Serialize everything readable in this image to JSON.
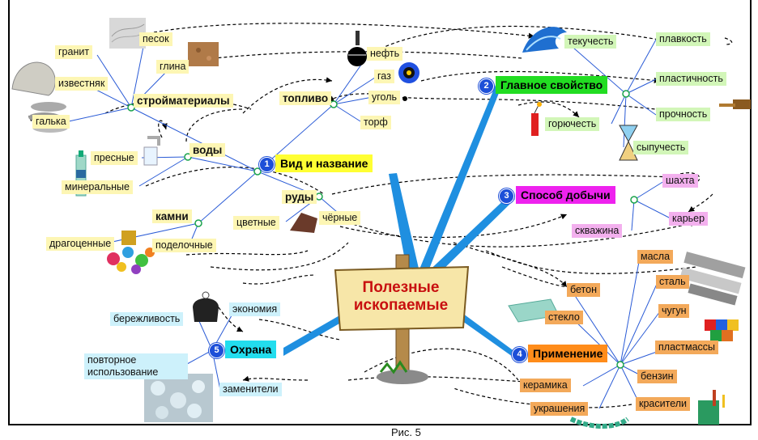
{
  "central": {
    "line1": "Полезные",
    "line2": "ископаемые"
  },
  "caption": "Рис. 5",
  "colors": {
    "spoke": "#1f8fe0",
    "line": "#2a5bd6",
    "sign_text": "#c81010",
    "badge": "#1d4fd8"
  },
  "branches": {
    "vid": {
      "number": "1",
      "label": "Вид и название",
      "color": "#ffff33"
    },
    "svoystvo": {
      "number": "2",
      "label": "Главное свойство",
      "color": "#22dd22"
    },
    "dobycha": {
      "number": "3",
      "label": "Способ добычи",
      "color": "#ee22ee"
    },
    "primenenie": {
      "number": "4",
      "label": "Применение",
      "color": "#ff8c1a"
    },
    "okhrana": {
      "number": "5",
      "label": "Охрана",
      "color": "#22ddee"
    }
  },
  "vid": {
    "stroy": {
      "label": "стройматериалы",
      "items": [
        "гранит",
        "песок",
        "глина",
        "известняк",
        "галька"
      ]
    },
    "toplivo": {
      "label": "топливо",
      "items": [
        "нефть",
        "газ",
        "уголь",
        "торф"
      ]
    },
    "vody": {
      "label": "воды",
      "items": [
        "пресные",
        "минеральные"
      ]
    },
    "rudy": {
      "label": "руды",
      "items": [
        "цветные",
        "чёрные"
      ]
    },
    "kamni": {
      "label": "камни",
      "items": [
        "драгоценные",
        "поделочные"
      ]
    }
  },
  "svoystvo": {
    "items": [
      "текучесть",
      "плавкость",
      "пластичность",
      "прочность",
      "горючесть",
      "сыпучесть"
    ]
  },
  "dobycha": {
    "items": [
      "шахта",
      "карьер",
      "скважина"
    ]
  },
  "primenenie": {
    "items": [
      "масла",
      "сталь",
      "бетон",
      "чугун",
      "стекло",
      "пластмассы",
      "бензин",
      "керамика",
      "украшения",
      "красители"
    ]
  },
  "okhrana": {
    "items": [
      "бережливость",
      "экономия",
      "повторное использование",
      "заменители"
    ]
  }
}
